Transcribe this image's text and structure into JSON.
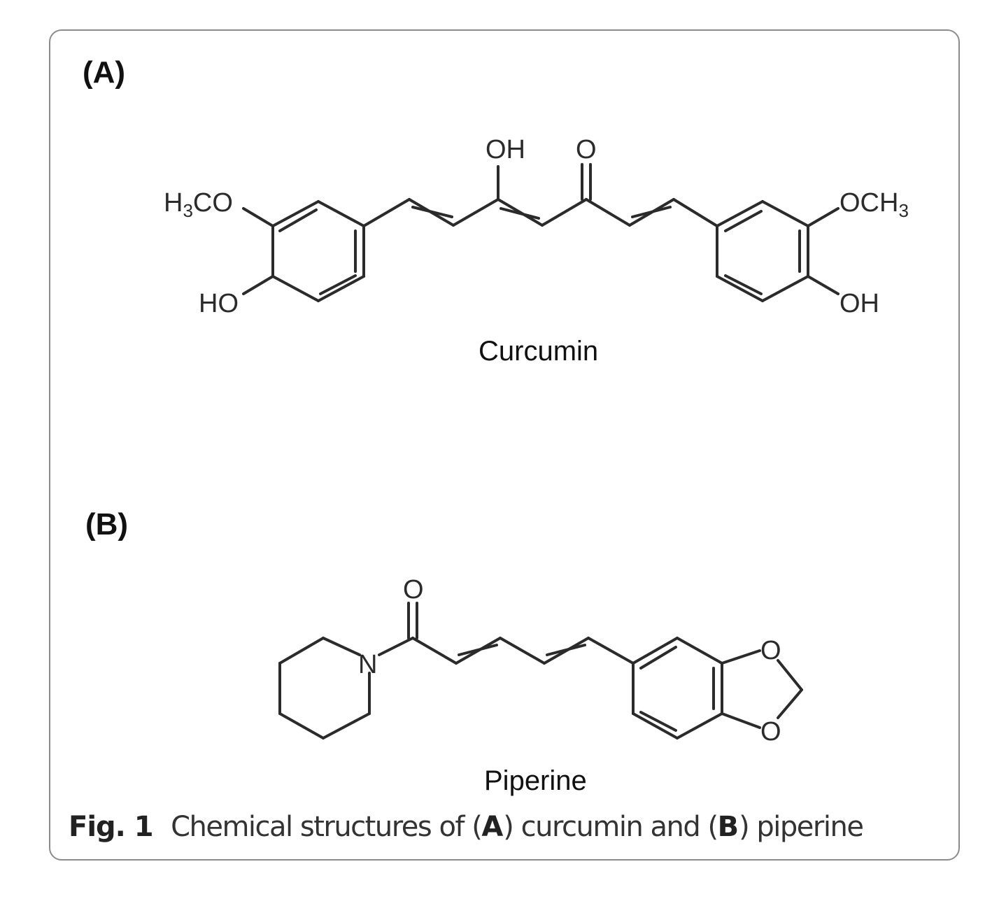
{
  "panels": {
    "a": {
      "label": "(A)",
      "compound_name": "Curcumin",
      "atoms": {
        "oh_top": "OH",
        "o_top": "O",
        "left_ome": {
          "main": "H",
          "sub": "3",
          "rest": "CO"
        },
        "left_oh": "HO",
        "right_ome": {
          "main": "OCH",
          "sub": "3"
        },
        "right_oh": "OH"
      }
    },
    "b": {
      "label": "(B)",
      "compound_name": "Piperine",
      "atoms": {
        "o_carbonyl": "O",
        "n": "N",
        "o_ring_top": "O",
        "o_ring_bottom": "O"
      }
    }
  },
  "caption": {
    "fig_label": "Fig. 1",
    "text_1": "Chemical structures of (",
    "bold_a": "A",
    "text_2": ") curcumin and (",
    "bold_b": "B",
    "text_3": ") piperine"
  }
}
